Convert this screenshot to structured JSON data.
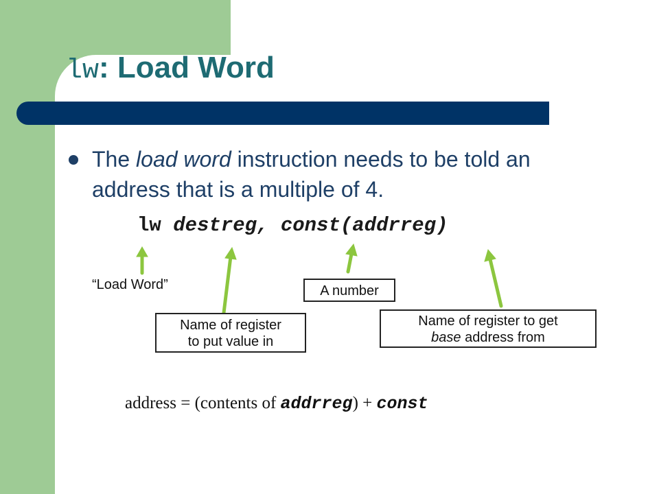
{
  "title": {
    "code": "lw",
    "text": ": Load Word"
  },
  "bullet": {
    "part1": "The ",
    "emphasis": "load word",
    "part2": " instruction needs to be told an address that is a multiple of 4."
  },
  "syntax": {
    "opcode": "lw",
    "args": "destreg, const(addrreg)"
  },
  "annotations": {
    "load_word": "“Load Word”",
    "register_dest_line1": "Name of register",
    "register_dest_line2": "to put value in",
    "number": "A number",
    "register_base_line1": "Name of register to get",
    "register_base_em": "base",
    "register_base_line2_rest": " address from"
  },
  "formula": {
    "lhs": "address = (contents of ",
    "reg": "addrreg",
    "mid": ") + ",
    "const": "const"
  },
  "colors": {
    "accent_green": "#9ecb95",
    "title_teal": "#1e6b73",
    "bar_navy": "#003366",
    "arrow_green": "#8cc63f"
  }
}
